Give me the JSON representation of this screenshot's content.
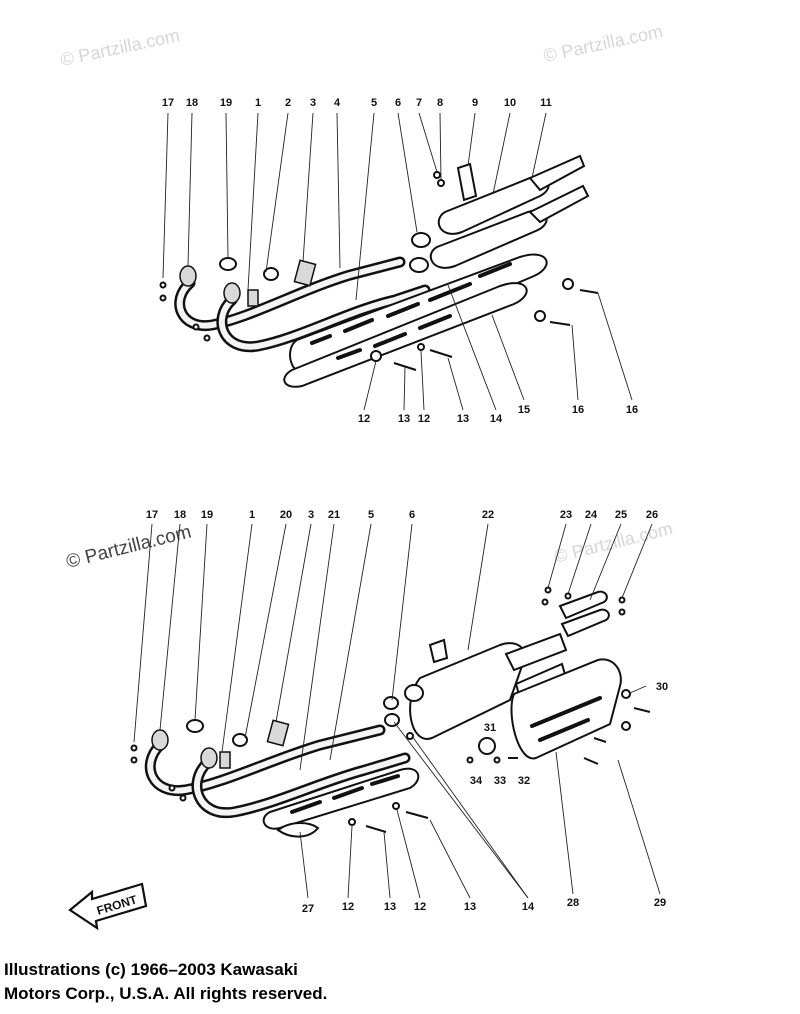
{
  "watermarks": {
    "top_left": "© Partzilla.com",
    "top_right": "© Partzilla.com",
    "middle_left": "© Partzilla.com",
    "middle_right": "© Partzilla.com"
  },
  "top_callouts": {
    "row_top": [
      "17",
      "18",
      "19",
      "1",
      "2",
      "3",
      "4",
      "5",
      "6",
      "7",
      "8",
      "9",
      "10",
      "11"
    ],
    "row_bottom": [
      "12",
      "13",
      "12",
      "13",
      "14",
      "15",
      "16",
      "16"
    ]
  },
  "bottom_callouts": {
    "row_top": [
      "17",
      "18",
      "19",
      "1",
      "20",
      "3",
      "21",
      "5",
      "6",
      "22",
      "23",
      "24",
      "25",
      "26"
    ],
    "side": [
      "30",
      "31",
      "32",
      "33",
      "34"
    ],
    "row_bottom": [
      "27",
      "12",
      "13",
      "12",
      "13",
      "14",
      "28",
      "29"
    ]
  },
  "front_arrow_label": "FRONT",
  "copyright": {
    "line1": "Illustrations (c) 1966–2003 Kawasaki",
    "line2": "Motors Corp., U.S.A.  All rights reserved."
  }
}
